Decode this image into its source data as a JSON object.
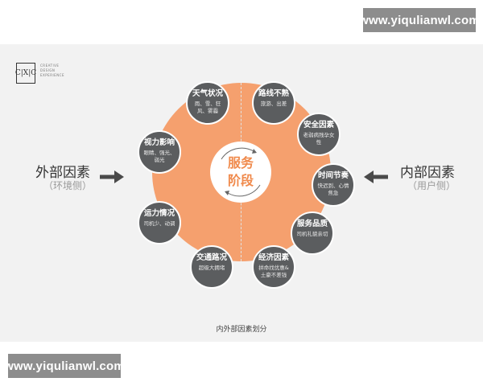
{
  "watermark": {
    "top": "www.yiqulianwl.com",
    "bottom": "www.yiqulianwl.com"
  },
  "logo": {
    "mark": "C|X|C",
    "lines": [
      "CREATIVE",
      "DESIGN",
      "EXPERIENCE"
    ]
  },
  "left_group": {
    "title": "外部因素",
    "subtitle": "（环境侧）"
  },
  "right_group": {
    "title": "内部因素",
    "subtitle": "（用户侧）"
  },
  "center": {
    "line1": "服务",
    "line2": "阶段"
  },
  "nodes": [
    {
      "title": "天气状况",
      "desc": "雨、雪、狂风、雾霾"
    },
    {
      "title": "路线不熟",
      "desc": "旅游、出差"
    },
    {
      "title": "安全因素",
      "desc": "老弱病残孕女性"
    },
    {
      "title": "时间节奏",
      "desc": "快迟到、心情焦急"
    },
    {
      "title": "服务品质",
      "desc": "司机礼貌亲切"
    },
    {
      "title": "经济因素",
      "desc": "拼命找优惠&土豪不差钱"
    },
    {
      "title": "交通路况",
      "desc": "超级大拥堵"
    },
    {
      "title": "运力情况",
      "desc": "司机少、动调"
    },
    {
      "title": "视力影响",
      "desc": "眼睛、强光、弱光"
    }
  ],
  "caption": "内外部因素划分",
  "colors": {
    "orange": "#f5a06e",
    "node_gray": "#5b5d5f",
    "center_text": "#f08a4c",
    "panel_bg": "#f2f2f2",
    "watermark_bg": "#8d8d8d"
  }
}
